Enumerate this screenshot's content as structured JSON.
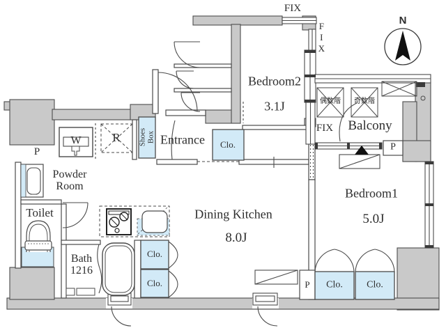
{
  "colors": {
    "wall_gray": "#c9c9c9",
    "fixture_blue": "#d2eaf7",
    "line": "#4a4a4a"
  },
  "compass": {
    "label": "N"
  },
  "rooms": {
    "bedroom2": {
      "name": "Bedroom2",
      "size": "3.1J"
    },
    "bedroom1": {
      "name": "Bedroom1",
      "size": "5.0J"
    },
    "dining_kitchen": {
      "name": "Dining Kitchen",
      "size": "8.0J"
    },
    "entrance": {
      "name": "Entrance"
    },
    "powder_room": {
      "line1": "Powder",
      "line2": "Room"
    },
    "toilet": {
      "name": "Toilet"
    },
    "bath": {
      "name": "Bath",
      "size": "1216"
    },
    "balcony": {
      "name": "Balcony"
    }
  },
  "fixtures": {
    "shoes_box": {
      "line1": "Shoes",
      "line2": "Box"
    },
    "washer": "W",
    "refrigerator": "R",
    "closet": "Clo.",
    "pipe_shaft": "P",
    "fix_window": "FIX",
    "even_floors": "偶数階",
    "odd_floors": "奇数階"
  }
}
